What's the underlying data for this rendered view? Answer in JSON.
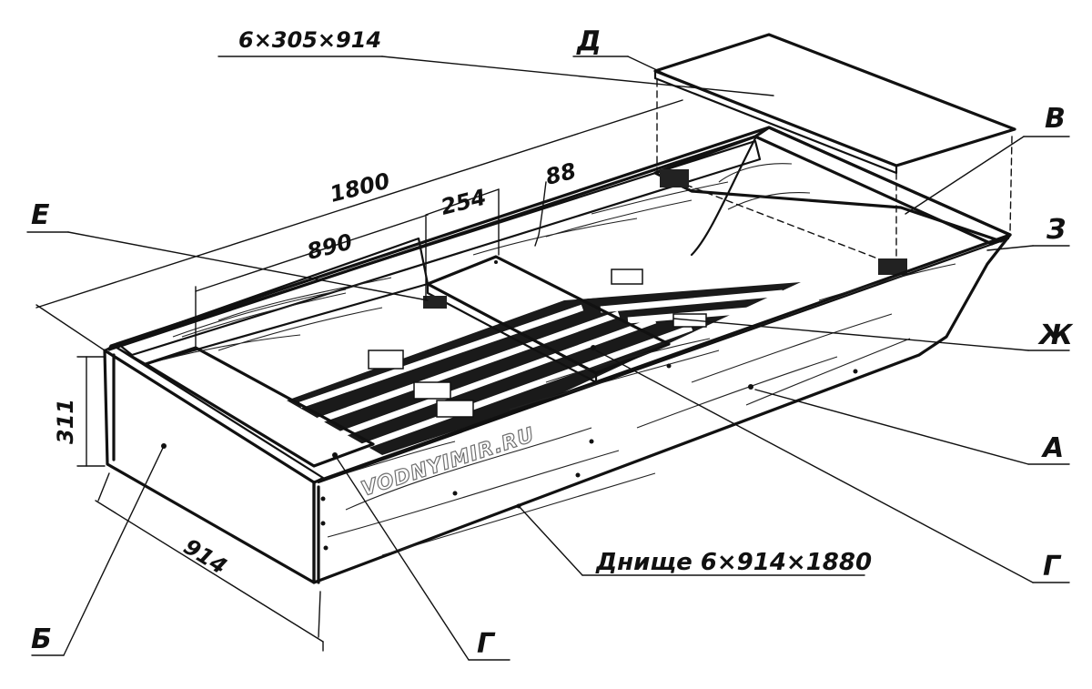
{
  "dimensions": {
    "top_panel": "6×305×914",
    "length": "1800",
    "seg_890": "890",
    "seg_254": "254",
    "seg_88": "88",
    "height": "311",
    "width": "914"
  },
  "callouts": {
    "d": "Д",
    "v": "В",
    "z": "З",
    "e": "Е",
    "zh": "Ж",
    "a": "А",
    "g_right": "Г",
    "g_bottom": "Г",
    "b": "Б"
  },
  "bottom_label": "Днище 6×914×1880",
  "watermark": "VODNYIMIR.RU"
}
